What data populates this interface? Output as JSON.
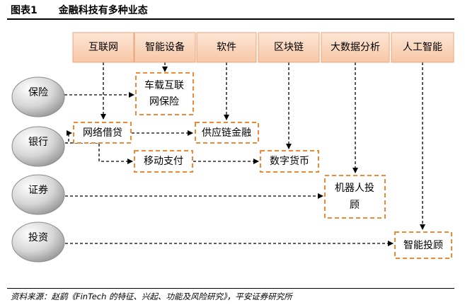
{
  "figure": {
    "number": "图表1",
    "title": "金融科技有多种业态"
  },
  "technologies": [
    "互联网",
    "智能设备",
    "软件",
    "区块链",
    "大数据分析",
    "人工智能"
  ],
  "institutions": [
    "保险",
    "银行",
    "证券",
    "投资"
  ],
  "businesses": {
    "car_insurance": [
      "车载互联",
      "网保险"
    ],
    "online_lending": [
      "网络借贷"
    ],
    "supply_chain_finance": [
      "供应链金融"
    ],
    "mobile_payment": [
      "移动支付"
    ],
    "digital_currency": [
      "数字货币"
    ],
    "robo_advisor": [
      "机器人投",
      "顾"
    ],
    "smart_advisor": [
      "智能投顾"
    ]
  },
  "source": "资料来源：赵鹞《FinTech 的特征、兴起、功能及风险研究》，平安证券研究所",
  "colors": {
    "tech_fill_top": "#fde6d6",
    "tech_fill_bottom": "#f7c7a6",
    "business_border": "#f08a32",
    "ellipse_light": "#ffffff",
    "ellipse_dark": "#8f8f8f"
  }
}
